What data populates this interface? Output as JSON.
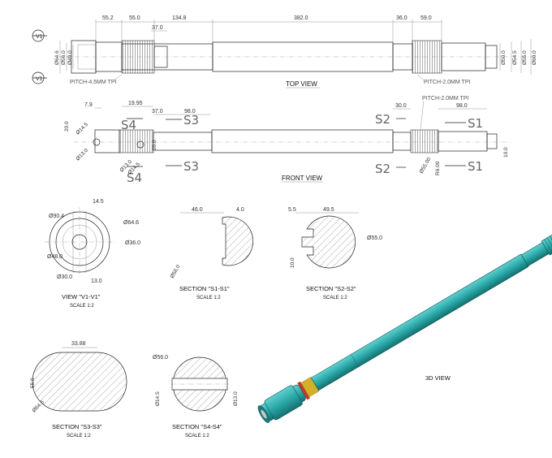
{
  "views": {
    "top": {
      "title": "TOP VIEW",
      "dims": {
        "d1": "55.2",
        "d2": "55.0",
        "d3": "134.8",
        "d4": "37.0",
        "d5": "382.0",
        "d6": "36.0",
        "d7": "59.0",
        "dl1": "Ø64.6",
        "dl2": "Ø56.0",
        "dl3": "Ø49.0",
        "dr1": "Ø50.0",
        "dr2": "Ø54.5",
        "dr3": "Ø55.0",
        "dr4": "Ø60.0"
      },
      "pitch_left": "PITCH-4.5MM TPI",
      "pitch_right": "PITCH-2.0MM TPI",
      "view_arrow": "V1"
    },
    "front": {
      "title": "FRONT VIEW",
      "dims": {
        "a": "7.9",
        "b": "19.95",
        "c": "37.0",
        "d": "98.0",
        "e": "20.0",
        "f": "Ø14.5",
        "g": "Ø13.0",
        "h": "Ø13.0",
        "i": "Ø14.5",
        "j": "55.0",
        "k": "30.0",
        "l": "98.0",
        "m": "Ø55.00",
        "n": "R6.00",
        "o": "10.0"
      },
      "pitch": "PITCH-2.0MM TPI",
      "sections": {
        "s1": "S1",
        "s2": "S2",
        "s3": "S3",
        "s4": "S4"
      }
    }
  },
  "details": {
    "v1": {
      "caption": "VIEW \"V1-V1\"",
      "scale": "SCALE 1:2",
      "dims": {
        "a": "14.5",
        "b": "Ø90.4",
        "c": "Ø64.6",
        "d": "Ø36.0",
        "e": "Ø48.0",
        "f": "Ø30.0",
        "g": "13.0"
      }
    },
    "s1": {
      "caption": "SECTION \"S1-S1\"",
      "scale": "SCALE 1:2",
      "dims": {
        "a": "46.0",
        "b": "4.0",
        "c": "Ø56.0"
      }
    },
    "s2": {
      "caption": "SECTION \"S2-S2\"",
      "scale": "SCALE 1:2",
      "dims": {
        "a": "5.5",
        "b": "49.5",
        "c": "Ø55.0",
        "d": "10.0"
      }
    },
    "s3": {
      "caption": "SECTION \"S3-S3\"",
      "scale": "SCALE 1:2",
      "dims": {
        "a": "33.88",
        "b": "55.0",
        "c": "Ø64.6"
      }
    },
    "s4": {
      "caption": "SECTION \"S4-S4\"",
      "scale": "SCALE 1:2",
      "dims": {
        "a": "Ø56.0",
        "b": "Ø14.5",
        "c": "Ø13.0"
      }
    }
  },
  "iso": {
    "caption": "3D VIEW"
  },
  "colors": {
    "model": "#2aa8a8",
    "model_dark": "#1a7d7d",
    "ring": "#c0392b",
    "pad": "#d4b02a"
  }
}
